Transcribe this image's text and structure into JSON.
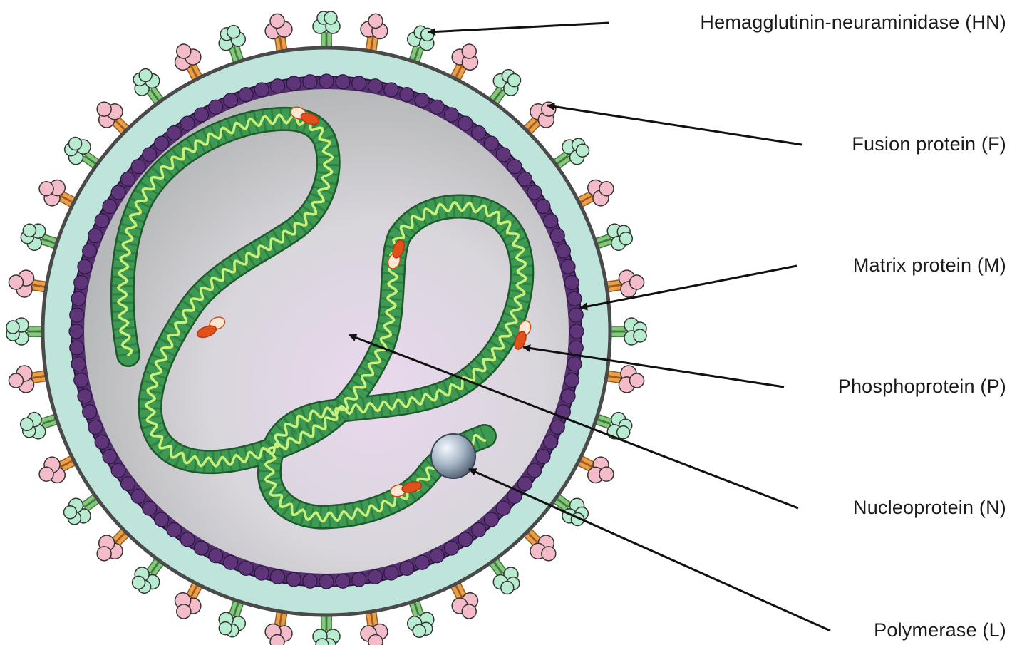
{
  "labels": {
    "hn": "Hemagglutinin-neuraminidase (HN)",
    "f": "Fusion protein (F)",
    "m": "Matrix protein (M)",
    "p": "Phosphoprotein (P)",
    "n": "Nucleoprotein (N)",
    "l": "Polymerase (L)"
  },
  "colors": {
    "envelope": "#bfe4dc",
    "membrane": "#55306f",
    "interior": "#d8d8dc",
    "nucleocapsid": "#3e9a52",
    "rna_strand": "#c9f07a",
    "hn_stalk": "#86c878",
    "hn_head": "#b8ecd0",
    "f_stalk": "#e9a04a",
    "f_head": "#f4bcc8",
    "phosphoprotein": "#e2501c",
    "polymerase": "#a8b8c8"
  }
}
